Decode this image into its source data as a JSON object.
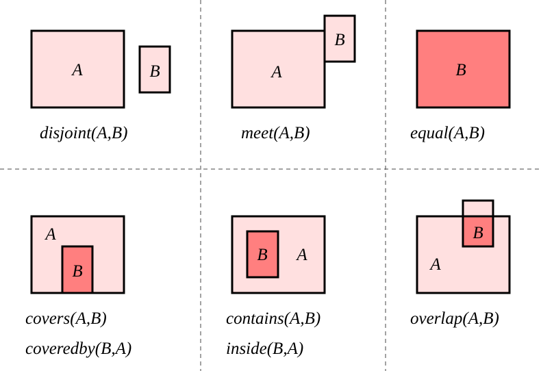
{
  "colors": {
    "light_fill": "#ffe0e0",
    "dark_fill": "#ff7f7f",
    "stroke": "#000000"
  },
  "panels": [
    {
      "relation": "disjoint",
      "captions": [
        "disjoint(A,B)"
      ],
      "labels": [
        "A",
        "B"
      ]
    },
    {
      "relation": "meet",
      "captions": [
        "meet(A,B)"
      ],
      "labels": [
        "A",
        "B"
      ]
    },
    {
      "relation": "equal",
      "captions": [
        "equal(A,B)"
      ],
      "labels": [
        "B"
      ]
    },
    {
      "relation": "covers",
      "captions": [
        "covers(A,B)",
        "coveredby(B,A)"
      ],
      "labels": [
        "A",
        "B"
      ]
    },
    {
      "relation": "contains",
      "captions": [
        "contains(A,B)",
        "inside(B,A)"
      ],
      "labels": [
        "A",
        "B"
      ]
    },
    {
      "relation": "overlap",
      "captions": [
        "overlap(A,B)"
      ],
      "labels": [
        "A",
        "B"
      ]
    }
  ]
}
